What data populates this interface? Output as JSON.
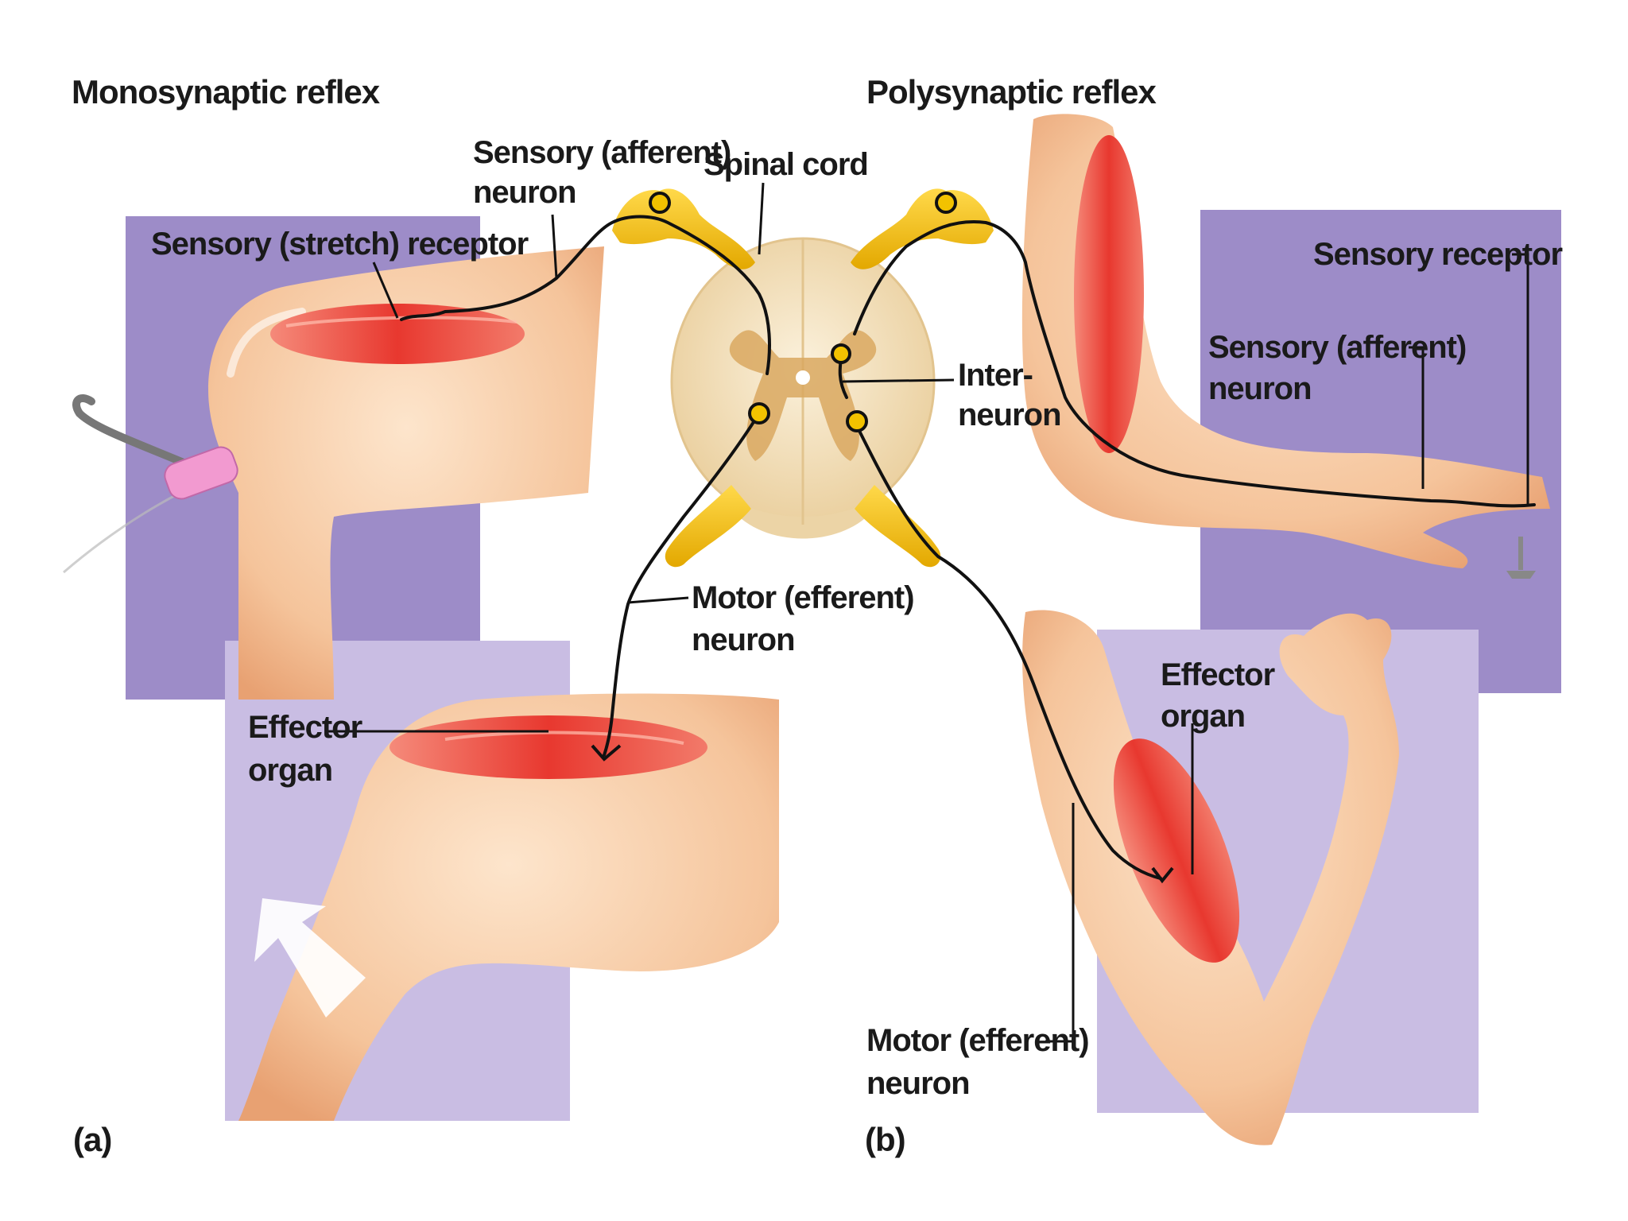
{
  "left_panel": {
    "title": "Monosynaptic reflex",
    "tag": "(a)",
    "labels": {
      "stretch_receptor": "Sensory (stretch) receptor",
      "sensory_neuron_l1": "Sensory (afferent)",
      "sensory_neuron_l2": "neuron",
      "effector_l1": "Effector",
      "effector_l2": "organ",
      "motor_l1": "Motor (efferent)",
      "motor_l2": "neuron"
    }
  },
  "center": {
    "spinal_cord": "Spinal cord",
    "interneuron_l1": "Inter-",
    "interneuron_l2": "neuron"
  },
  "right_panel": {
    "title": "Polysynaptic reflex",
    "tag": "(b)",
    "labels": {
      "sensory_receptor": "Sensory receptor",
      "sensory_neuron_l1": "Sensory (afferent)",
      "sensory_neuron_l2": "neuron",
      "effector_l1": "Effector",
      "effector_l2": "organ",
      "motor_l1": "Motor (efferent)",
      "motor_l2": "neuron"
    }
  },
  "colors": {
    "panel_dark": "#9d8cc8",
    "panel_light": "#c9bde3",
    "skin": "#f7cda8",
    "skin_shadow": "#e9a77c",
    "muscle": "#e8423a",
    "ganglion": "#f2c200",
    "cord_outer": "#f3e2c0",
    "cord_grey": "#d9a860",
    "nerve": "#111111"
  }
}
